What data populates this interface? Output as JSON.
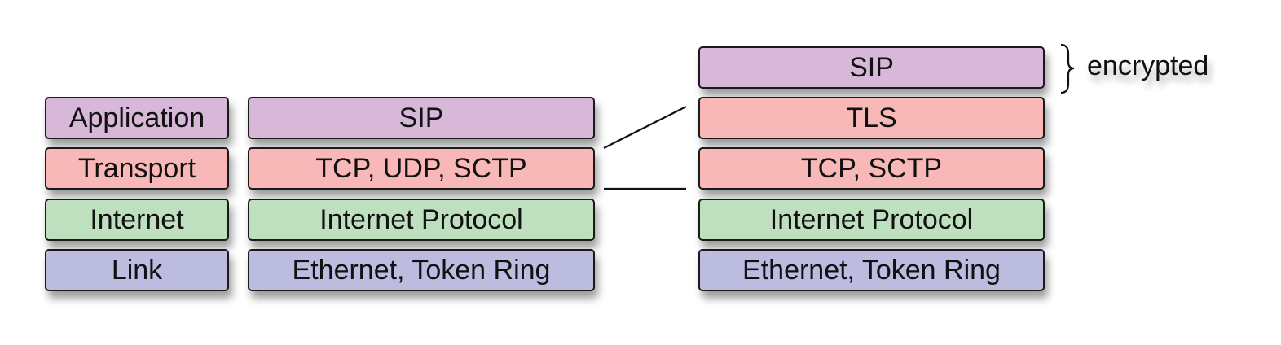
{
  "layers": {
    "application": "Application",
    "transport": "Transport",
    "internet": "Internet",
    "link": "Link"
  },
  "plain_stack": {
    "application": "SIP",
    "transport": "TCP, UDP, SCTP",
    "internet": "Internet Protocol",
    "link": "Ethernet, Token Ring"
  },
  "secure_stack": {
    "application": "SIP",
    "security": "TLS",
    "transport": "TCP, SCTP",
    "internet": "Internet Protocol",
    "link": "Ethernet, Token Ring"
  },
  "annotation": {
    "encrypted": "encrypted"
  },
  "colors": {
    "application": "#d8b8d8",
    "transport": "#f8b8b8",
    "internet": "#bfe0bf",
    "link": "#bcbce0",
    "border": "#1a1a1a"
  }
}
